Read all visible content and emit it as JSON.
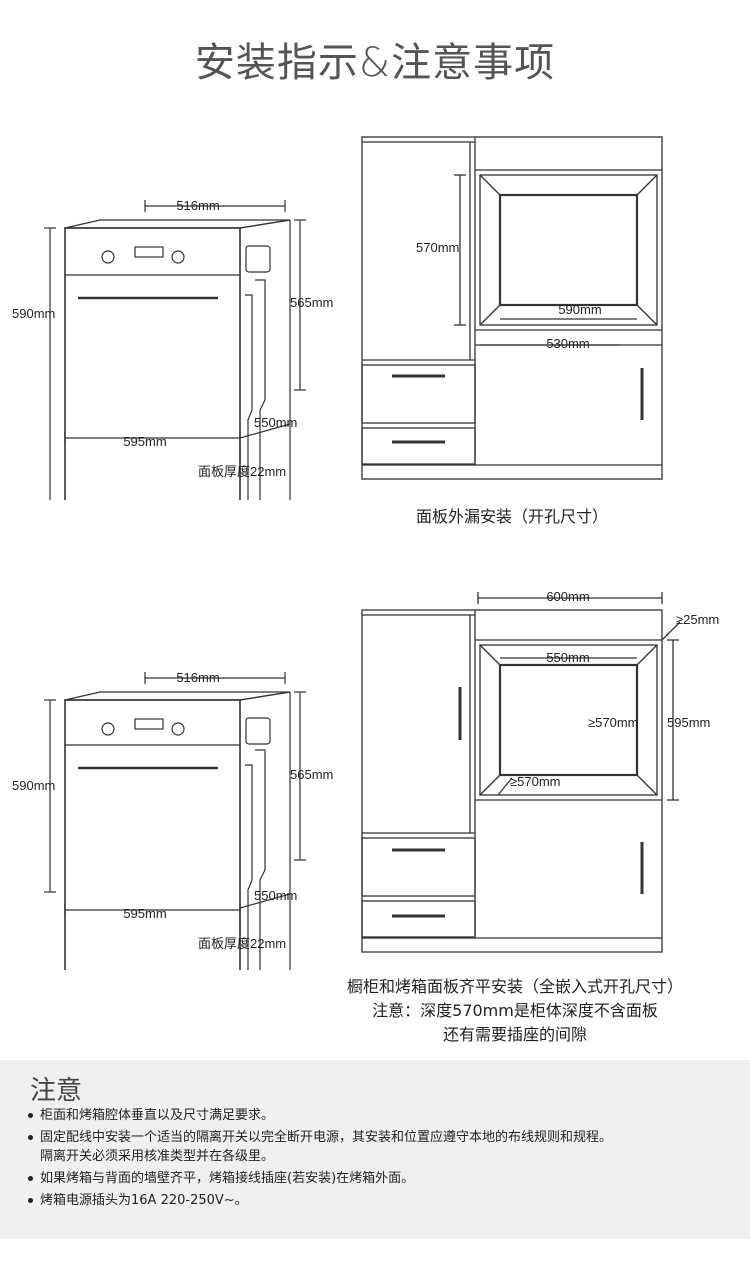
{
  "title": "安装指示&注意事项",
  "diagram1": {
    "oven_width": "516mm",
    "oven_height": "590mm",
    "oven_body_height": "565mm",
    "oven_depth": "550mm",
    "oven_front_width": "595mm",
    "panel_thickness": "面板厚度22mm",
    "cab_opening_height": "570mm",
    "cab_opening_width": "590mm",
    "cab_width": "530mm",
    "caption": "面板外漏安装（开孔尺寸）"
  },
  "diagram2": {
    "oven_width": "516mm",
    "oven_height": "590mm",
    "oven_body_height": "565mm",
    "oven_depth": "550mm",
    "oven_front_width": "595mm",
    "panel_thickness": "面板厚度22mm",
    "cab_width": "600mm",
    "cab_gap": "≥25mm",
    "cab_opening_width": "550mm",
    "cab_opening_height": "≥570mm",
    "cab_total_height": "595mm",
    "cab_depth": "≥570mm",
    "caption_lines": [
      "橱柜和烤箱面板齐平安装（全嵌入式开孔尺寸）",
      "注意：深度570mm是柜体深度不含面板",
      "还有需要插座的间隙"
    ]
  },
  "notes": {
    "heading": "注意",
    "items": [
      "柜面和烤箱腔体垂直以及尺寸满足要求。",
      "固定配线中安装一个适当的隔离开关以完全断开电源，其安装和位置应遵守本地的布线规则和规程。",
      "隔离开关必须采用核准类型并在各级里。",
      "如果烤箱与背面的墙壁齐平，烤箱接线插座(若安装)在烤箱外面。",
      "烤箱电源插头为16A 220-250V~。"
    ]
  }
}
